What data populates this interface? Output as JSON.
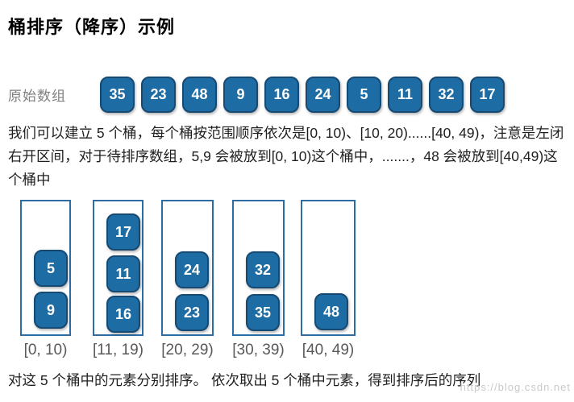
{
  "title": "桶排序（降序）示例",
  "array_section": {
    "label": "原始数组",
    "values": [
      "35",
      "23",
      "48",
      "9",
      "16",
      "24",
      "5",
      "11",
      "32",
      "17"
    ]
  },
  "description": "我们可以建立 5 个桶，每个桶按范围顺序依次是[0, 10)、[10, 20)......[40, 49)，注意是左闭右开区间，对于待排序数组，5,9 会被放到[0, 10)这个桶中，.......，48 会被放到[40,49)这个桶中",
  "buckets": [
    {
      "range": "[0, 10)",
      "values": [
        "5",
        "9"
      ]
    },
    {
      "range": "[11, 19)",
      "values": [
        "17",
        "11",
        "16"
      ]
    },
    {
      "range": "[20, 29)",
      "values": [
        "24",
        "23"
      ]
    },
    {
      "range": "[30, 39)",
      "values": [
        "32",
        "35"
      ]
    },
    {
      "range": "[40, 49)",
      "values": [
        "48"
      ]
    }
  ],
  "footer_text": "对这 5 个桶中的元素分别排序。 依次取出 5 个桶中元素，得到排序后的序列",
  "watermark": "https://blog.csdn.net",
  "colors": {
    "tile_fill": "#1e6ca4",
    "tile_border": "#164a73",
    "bucket_border": "#2e6da4",
    "array_label_gray": "#7f7f7f",
    "range_label_gray": "#595959"
  }
}
